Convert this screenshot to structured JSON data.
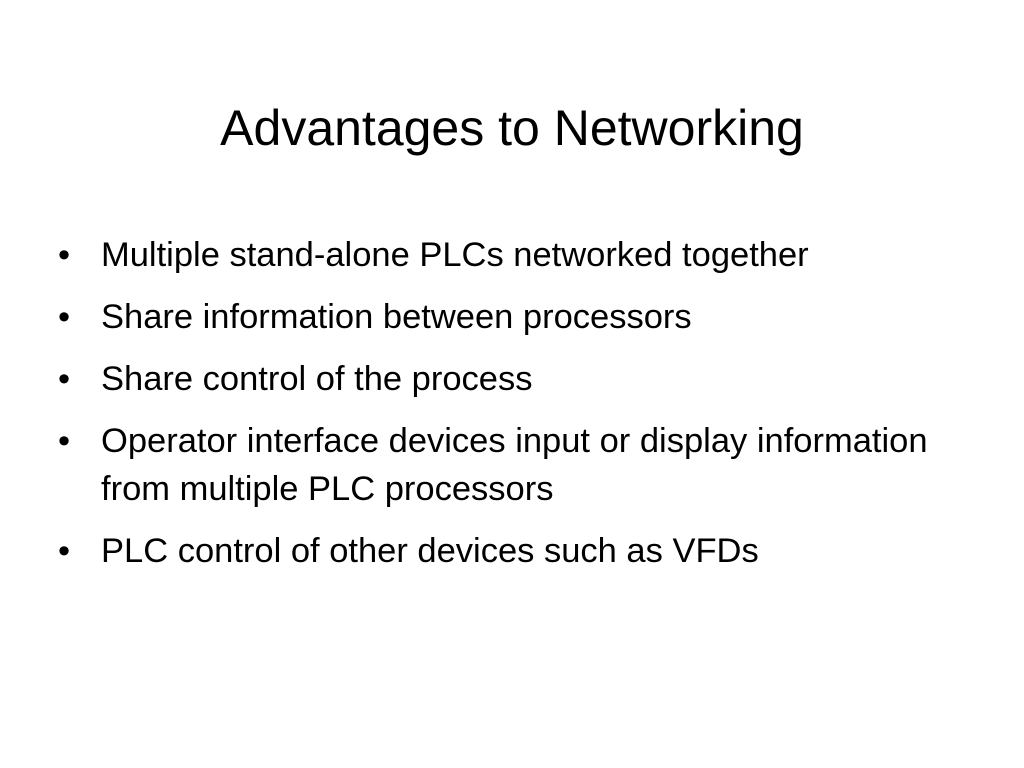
{
  "slide": {
    "title": "Advantages to Networking",
    "bullet_glyph": "•",
    "bullets": [
      "Multiple stand-alone PLCs networked together",
      "Share information between processors",
      "Share control of the process",
      "Operator interface devices input or display information from multiple PLC processors",
      "PLC control of other devices such as VFDs"
    ]
  }
}
